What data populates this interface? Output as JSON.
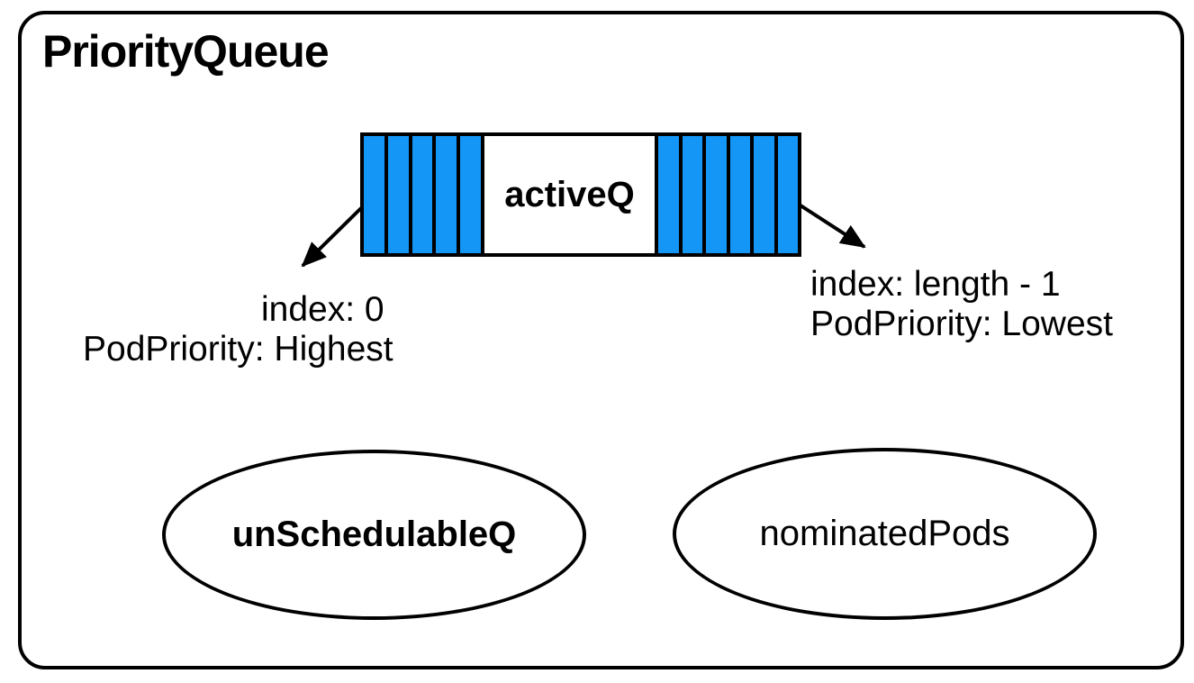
{
  "diagram": {
    "title": "PriorityQueue",
    "colors": {
      "cell_blue": "#1496F6",
      "stroke": "#000000",
      "background": "#FFFFFF"
    },
    "active_queue": {
      "label": "activeQ",
      "left_cell_count": 5,
      "right_cell_count": 6
    },
    "head_annotation": {
      "line1": "index: 0",
      "line2": "PodPriority: Highest"
    },
    "tail_annotation": {
      "line1": "index: length - 1",
      "line2": "PodPriority: Lowest"
    },
    "unschedulable_queue": {
      "label": "unSchedulableQ"
    },
    "nominated_pods": {
      "label": "nominatedPods"
    }
  }
}
